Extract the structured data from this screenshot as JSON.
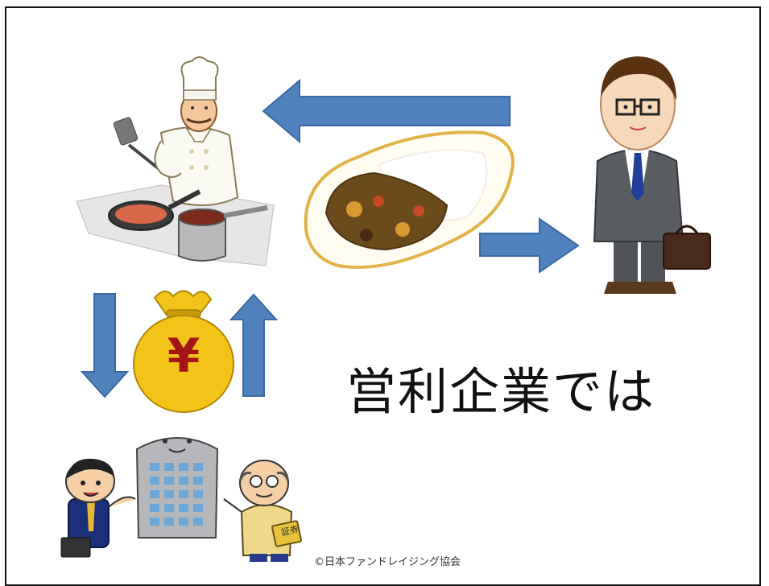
{
  "slide": {
    "headline": "営利企業では",
    "copyright": "©日本ファンドレイジング協会",
    "money_bag_symbol": "¥",
    "securities_label": "証券"
  },
  "colors": {
    "arrow_fill": "#4f81bd",
    "arrow_stroke": "#3a6aa3",
    "bag_gold": "#f2c419",
    "suit_gray": "#5a5e62",
    "tie_blue": "#1f3f9a"
  }
}
